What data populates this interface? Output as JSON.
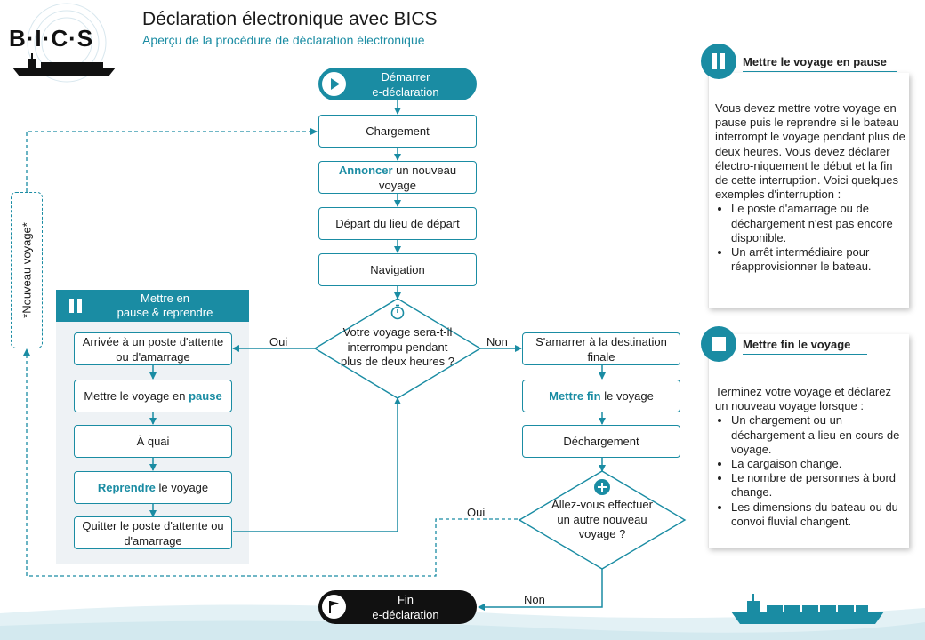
{
  "header": {
    "logo_text": "B·I·C·S",
    "title": "Déclaration électronique avec BICS",
    "subtitle": "Aperçu de la procédure de déclaration électronique"
  },
  "flow": {
    "start_line1": "Démarrer",
    "start_line2": "e-déclaration",
    "loading": "Chargement",
    "announce_hl": "Annoncer",
    "announce_rest": " un nouveau voyage",
    "departure": "Départ du lieu de départ",
    "navigation": "Navigation",
    "decision1": "Votre voyage sera-t-il interrompu pendant plus de deux heures ?",
    "oui_left": "Oui",
    "non_right": "Non",
    "moor": "S'amarrer à la destination finale",
    "end_hl": "Mettre fin",
    "end_rest": " le voyage",
    "unloading": "Déchargement",
    "decision2": "Allez-vous effectuer un autre nouveau voyage ?",
    "oui_2": "Oui",
    "non_2": "Non",
    "finish_line1": "Fin",
    "finish_line2": "e-déclaration",
    "new_voyage": "*Nouveau voyage*"
  },
  "pause_section": {
    "header_line1": "Mettre en",
    "header_line2": "pause & reprendre",
    "step1": "Arrivée à un poste d'attente ou d'amarrage",
    "step2_rest": "Mettre le voyage en ",
    "step2_hl": "pause",
    "step3": "À quai",
    "step4_hl": "Reprendre",
    "step4_rest": " le voyage",
    "step5": "Quitter le poste d'attente ou d'amarrage"
  },
  "panel_pause": {
    "title": "Mettre le voyage en pause",
    "paragraph": "Vous devez mettre votre voyage en pause puis le reprendre si le bateau interrompt le voyage pendant plus de deux heures. Vous devez déclarer électro-niquement le début et la fin de cette interruption. Voici quelques exemples d'interruption :",
    "bullets": [
      "Le poste d'amarrage ou de déchargement n'est pas encore disponible.",
      "Un arrêt intermédiaire pour réapprovisionner le bateau."
    ]
  },
  "panel_end": {
    "title": "Mettre fin le voyage",
    "paragraph": "Terminez votre voyage et déclarez un nouveau voyage lorsque :",
    "bullets": [
      "Un chargement ou un déchargement a lieu en cours de voyage.",
      "La cargaison change.",
      "Le nombre de personnes à bord change.",
      "Les dimensions du bateau ou du convoi fluvial changent."
    ]
  },
  "colors": {
    "accent": "#1a8ca3",
    "pause_bg": "#eef2f5",
    "dark": "#111111"
  }
}
